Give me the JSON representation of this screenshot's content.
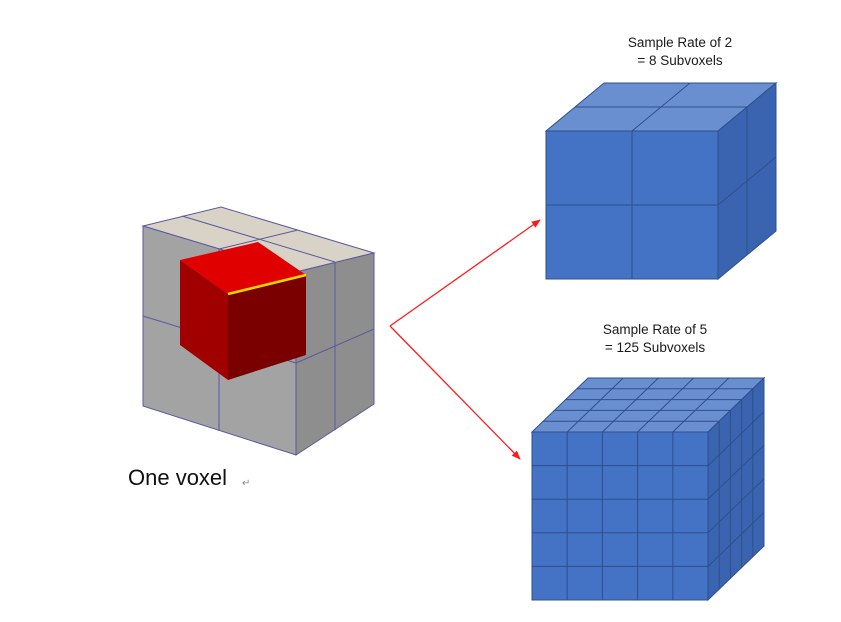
{
  "diagram": {
    "voxel_label": "One voxel",
    "voxel_mark": "↵",
    "top_caption": {
      "line1": "Sample Rate of 2",
      "line2": "= 8 Subvoxels"
    },
    "bottom_caption": {
      "line1": "Sample Rate of 5",
      "line2": "= 125 Subvoxels"
    },
    "top_divisions": 2,
    "bottom_divisions": 5,
    "colors": {
      "voxel_top": "#d9d3c7",
      "voxel_left": "#a3a3a3",
      "voxel_right": "#8e8e8e",
      "voxel_edge": "#5a5aa0",
      "sub_top": "#e00000",
      "sub_front": "#a00000",
      "sub_side": "#7a0000",
      "highlight_edge": "#ffd700",
      "cube_front": "#4472c4",
      "cube_top": "#6a8fd1",
      "cube_side": "#3a64b0",
      "cube_grid": "#2f4f8c",
      "arrow": "#ff1a1a"
    }
  }
}
